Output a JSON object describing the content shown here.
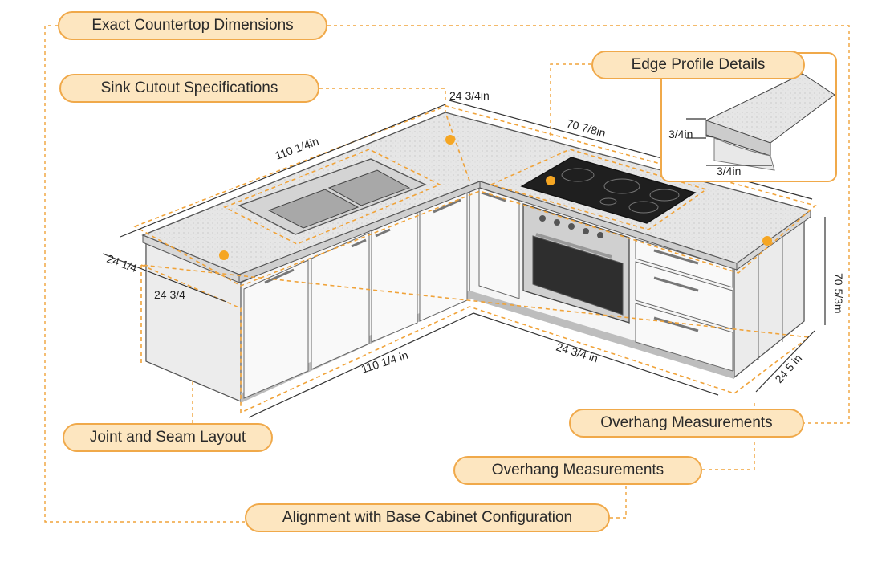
{
  "callouts": {
    "exact_dimensions": "Exact Countertop Dimensions",
    "sink_cutout": "Sink Cutout Specifications",
    "edge_profile": "Edge Profile Details",
    "joint_seam": "Joint and Seam Layout",
    "overhang_1": "Overhang Measurements",
    "overhang_2": "Overhang Measurements",
    "alignment": "Alignment with Base Cabinet Configuration"
  },
  "dimensions": {
    "top_depth": "24 3/4in",
    "top_length_left": "110 1/4in",
    "top_length_right": "70 7/8in",
    "left_depth_a": "24 1/4",
    "left_depth_b": "24 3/4",
    "bottom_length_left": "110 1/4 in",
    "bottom_length_right": "24 3/4 in",
    "height": "70 5/3m",
    "right_depth": "24 5 in",
    "edge_thickness": "3/4in",
    "edge_overhang": "3/4in"
  },
  "colors": {
    "accent": "#f0a33a",
    "callout_fill": "#fde6c0",
    "counter": "#e4e4e4",
    "cabinet": "#f6f6f6",
    "cooktop": "#1f1f1f"
  },
  "icons": {
    "marker": "orange-dot"
  }
}
